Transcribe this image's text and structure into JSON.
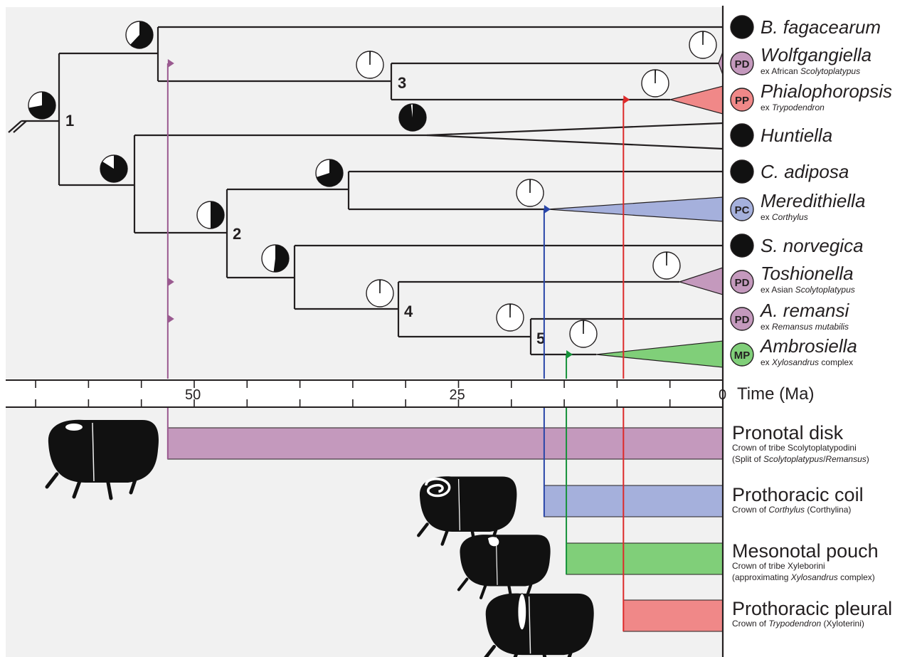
{
  "taxa": [
    {
      "name": "B. fagacearum",
      "badge": "",
      "sub": []
    },
    {
      "name": "Wolfgangiella",
      "badge": "PD",
      "sub": [
        {
          "t": "ex African ",
          "i": false
        },
        {
          "t": "Scolytoplatypus",
          "i": true
        }
      ]
    },
    {
      "name": "Phialophoropsis",
      "badge": "PP",
      "sub": [
        {
          "t": "ex ",
          "i": false
        },
        {
          "t": "Trypodendron",
          "i": true
        }
      ]
    },
    {
      "name": "Huntiella",
      "badge": "",
      "sub": []
    },
    {
      "name": "C. adiposa",
      "badge": "",
      "sub": []
    },
    {
      "name": "Meredithiella",
      "badge": "PC",
      "sub": [
        {
          "t": "ex ",
          "i": false
        },
        {
          "t": "Corthylus",
          "i": true
        }
      ]
    },
    {
      "name": "S. norvegica",
      "badge": "",
      "sub": []
    },
    {
      "name": "Toshionella",
      "badge": "PD",
      "sub": [
        {
          "t": "ex Asian ",
          "i": false
        },
        {
          "t": "Scolytoplatypus",
          "i": true
        }
      ]
    },
    {
      "name": "A. remansi",
      "badge": "PD",
      "sub": [
        {
          "t": "ex ",
          "i": false
        },
        {
          "t": "Remansus mutabilis",
          "i": true
        }
      ]
    },
    {
      "name": "Ambrosiella",
      "badge": "MP",
      "sub": [
        {
          "t": "ex ",
          "i": false
        },
        {
          "t": "Xylosandrus",
          "i": true
        },
        {
          "t": " complex",
          "i": false
        }
      ]
    }
  ],
  "badge_colors": {
    "PD": "#c499bd",
    "PP": "#f08888",
    "PC": "#a5b0dc",
    "MP": "#80cf79",
    "none": "#111111"
  },
  "node_numbers": [
    "1",
    "2",
    "3",
    "4",
    "5"
  ],
  "pie_fractions": {
    "root": 0.72,
    "node1_upper": 0.62,
    "node1_lower": 0.84,
    "node2": 0.5,
    "sep_cadiposa": 0.7,
    "snorvegica": 0.52,
    "huntiella": 0.98,
    "node3": 0.01,
    "node4": 0.01,
    "node5": 0.01,
    "wolfgangiella": 0.01,
    "phialophoropsis": 0.01,
    "meredithiella": 0.01,
    "toshionella": 0.01,
    "ambrosiella": 0.01
  },
  "axis": {
    "label": "Time (Ma)",
    "ticks": [
      "50",
      "25",
      "0"
    ],
    "tick_values": [
      0,
      5,
      10,
      15,
      20,
      25,
      30,
      35,
      40,
      45,
      50,
      55,
      60,
      65
    ]
  },
  "mycangia": [
    {
      "title": "Pronotal disk",
      "lines": [
        [
          {
            "t": "Crown of tribe Scolytoplatypodini",
            "i": false
          }
        ],
        [
          {
            "t": "(Split of ",
            "i": false
          },
          {
            "t": "Scolytoplatypus",
            "i": true
          },
          {
            "t": "/",
            "i": false
          },
          {
            "t": "Remansus",
            "i": true
          },
          {
            "t": ")",
            "i": false
          }
        ]
      ],
      "color": "#c499bd",
      "edge": "#9a5a90",
      "age_ma": 52.5
    },
    {
      "title": "Prothoracic coil",
      "lines": [
        [
          {
            "t": "Crown of ",
            "i": false
          },
          {
            "t": "Corthylus",
            "i": true
          },
          {
            "t": " (Corthylina)",
            "i": false
          }
        ]
      ],
      "color": "#a5b0dc",
      "edge": "#2845a8",
      "age_ma": 16.9
    },
    {
      "title": "Mesonotal pouch",
      "lines": [
        [
          {
            "t": "Crown of tribe Xyleborini",
            "i": false
          }
        ],
        [
          {
            "t": "(approximating ",
            "i": false
          },
          {
            "t": "Xylosandrus",
            "i": true
          },
          {
            "t": " complex)",
            "i": false
          }
        ]
      ],
      "color": "#80cf79",
      "edge": "#159239",
      "age_ma": 14.8
    },
    {
      "title": "Prothoracic pleural",
      "lines": [
        [
          {
            "t": "Crown of ",
            "i": false
          },
          {
            "t": "Trypodendron",
            "i": true
          },
          {
            "t": " (Xyloterini)",
            "i": false
          }
        ]
      ],
      "color": "#f08888",
      "edge": "#dd2a2a",
      "age_ma": 9.4
    }
  ],
  "colors": {
    "panel_bg": "#f1f1f1",
    "line": "#231f20",
    "white": "#ffffff"
  }
}
